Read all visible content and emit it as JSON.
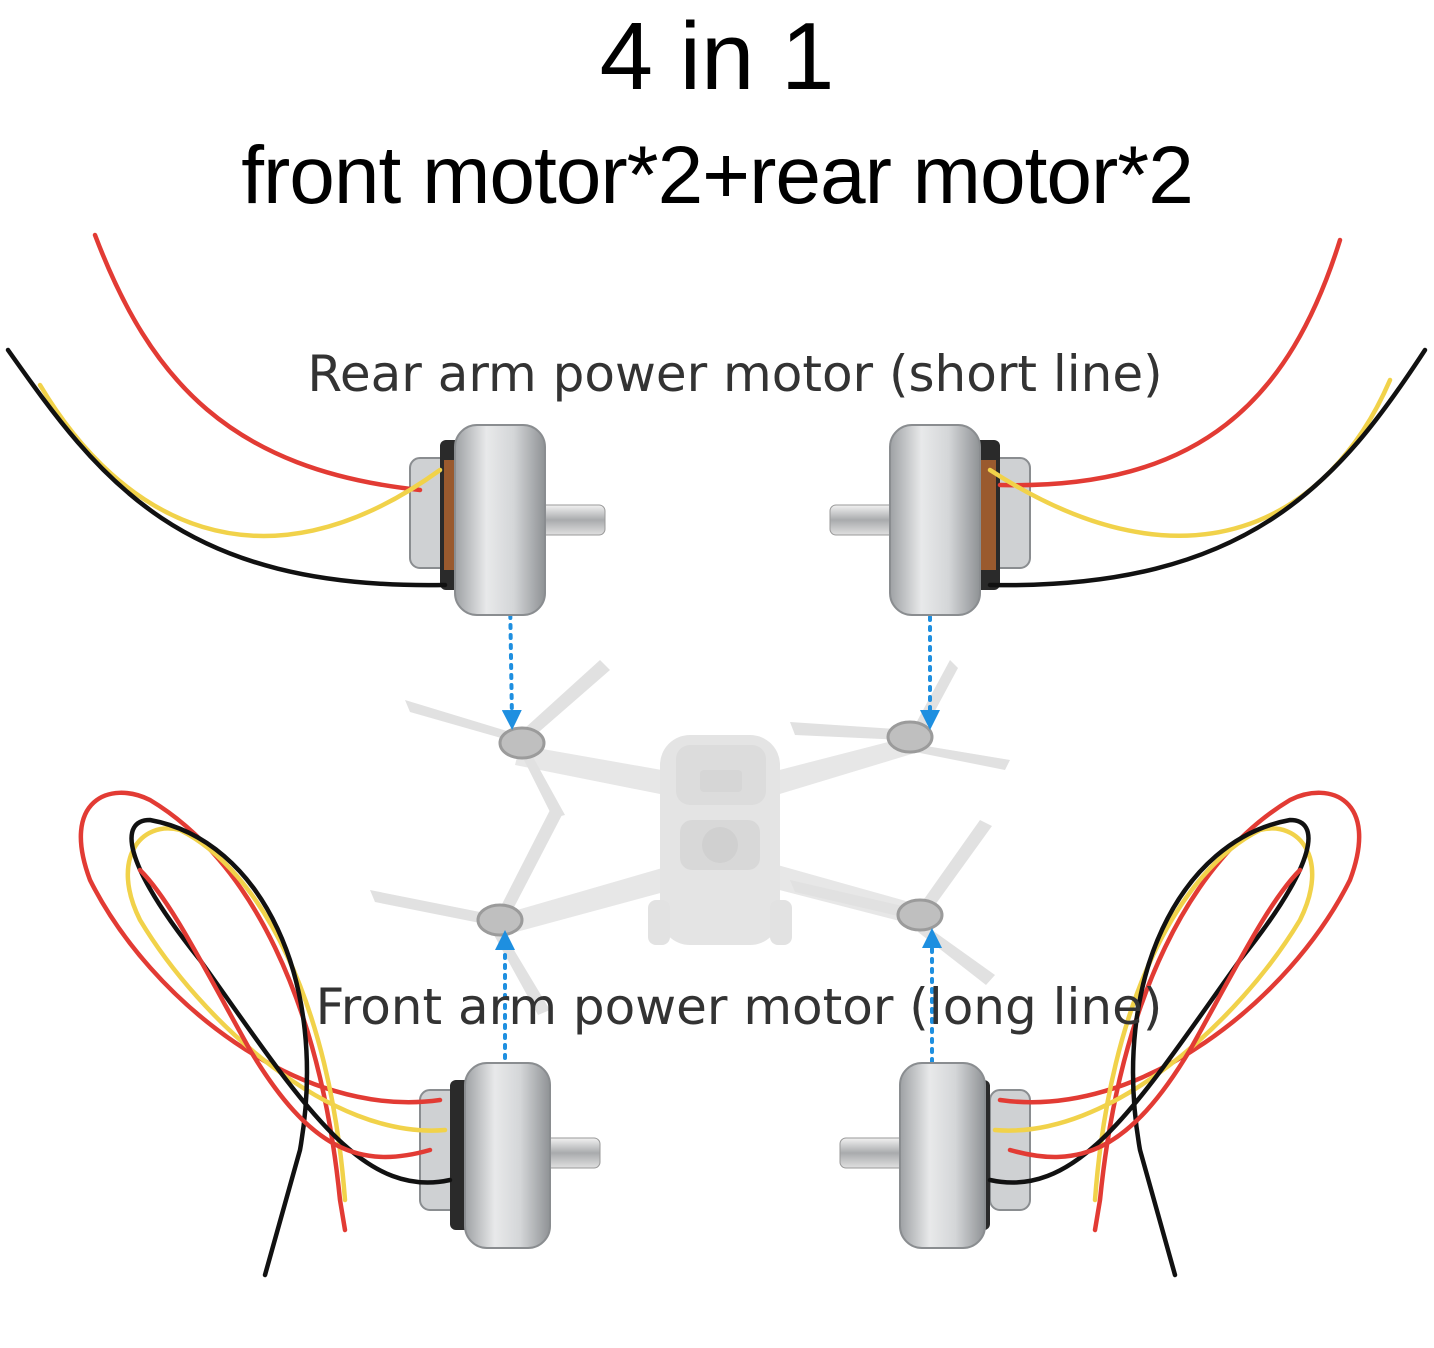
{
  "title": "4 in 1",
  "subtitle": "front motor*2+rear motor*2",
  "rear_label": "Rear arm power motor (short line)",
  "front_label": "Front arm power motor (long line)",
  "colors": {
    "wire_red": "#e23b34",
    "wire_black": "#111111",
    "wire_yellow": "#f1d24a",
    "arrow_blue": "#1e8fe0",
    "motor_silver": "#c9cbcd",
    "drone_gray": "#e4e4e4"
  }
}
